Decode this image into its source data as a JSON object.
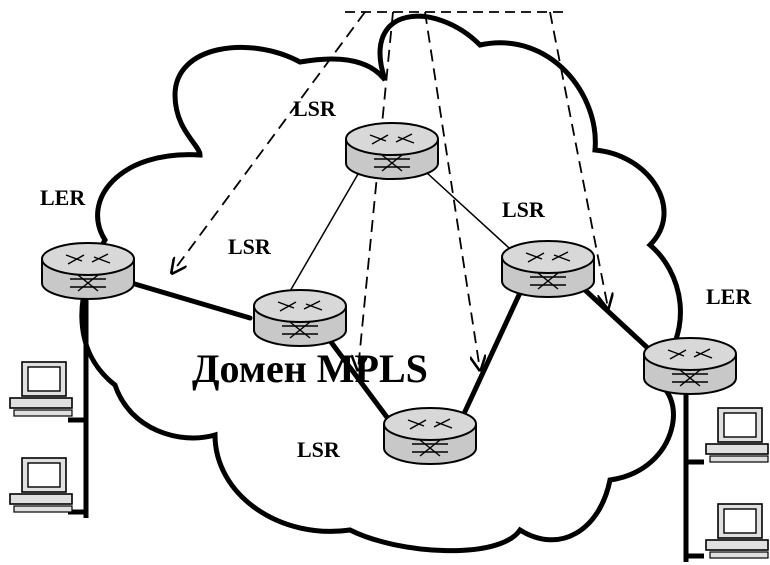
{
  "diagram": {
    "title": "Домен MPLS",
    "labels": {
      "lsr_top": "LSR",
      "lsr_mid": "LSR",
      "lsr_right": "LSR",
      "lsr_bottom": "LSR",
      "ler_left": "LER",
      "ler_right": "LER"
    },
    "colors": {
      "line": "#000000",
      "router_fill": "#c8c8c8",
      "background": "#ffffff"
    },
    "icons": [
      "router-icon",
      "workstation-icon",
      "cloud-outline"
    ]
  }
}
